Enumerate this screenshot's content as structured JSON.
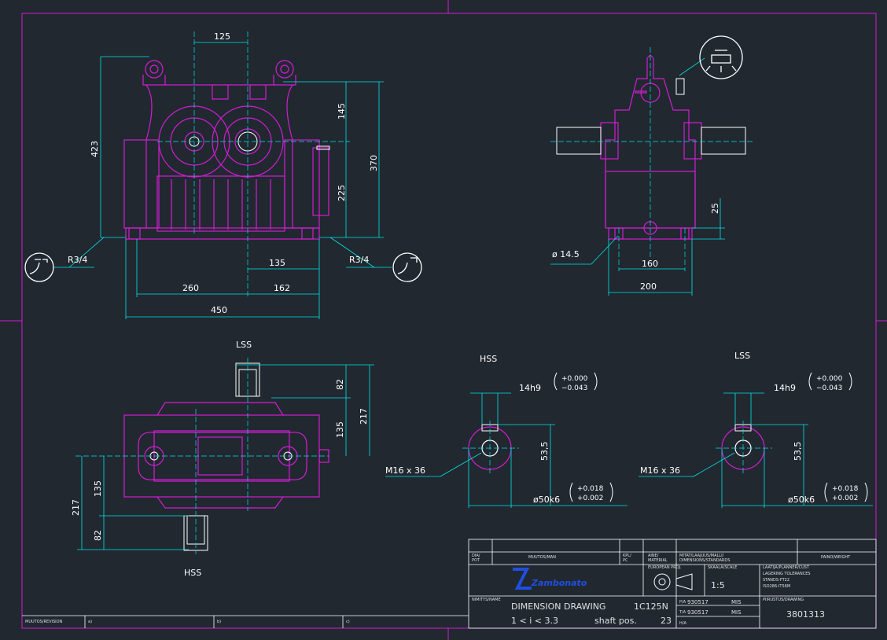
{
  "colors": {
    "background": "#212830",
    "frame": "#d21dd2",
    "dimension": "#00e5e5",
    "outline": "#ffffff",
    "logo": "#1f4fe0"
  },
  "views": {
    "front": {
      "dims": {
        "top_width": "125",
        "height_overall": "423",
        "h_upper": "145",
        "h_total": "370",
        "h_lower": "225",
        "center_to_output": "135",
        "left_to_center": "260",
        "center_to_right": "162",
        "base_width": "450"
      },
      "drain_left": "R3/4",
      "drain_right": "R3/4"
    },
    "side": {
      "hole_dia": "ø 14.5",
      "bolt_spacing": "160",
      "base_width": "200",
      "foot_height": "25"
    },
    "plan": {
      "label_top": "LSS",
      "label_bottom": "HSS",
      "dims": {
        "upper_shaft": "82",
        "upper_center": "135",
        "upper_total": "217",
        "lower_total": "217",
        "lower_center": "135",
        "lower_shaft": "82"
      }
    },
    "detail_hss": {
      "label": "HSS",
      "key": "14h9",
      "key_tol_upper": "+0.000",
      "key_tol_lower": "−0.043",
      "height": "53,5",
      "thread": "M16 x 36",
      "diameter": "ø50k6",
      "dia_tol_upper": "+0.018",
      "dia_tol_lower": "+0.002"
    },
    "detail_lss": {
      "label": "LSS",
      "key": "14h9",
      "key_tol_upper": "+0.000",
      "key_tol_lower": "−0.043",
      "height": "53,5",
      "thread": "M16 x 36",
      "diameter": "ø50k6",
      "dia_tol_upper": "+0.018",
      "dia_tol_lower": "+0.002"
    }
  },
  "title_block": {
    "hdr_r1": "DIA/\nPOT",
    "hdr_r2": "MUUTOS/MAN",
    "hdr_r3": "KPL/\nPC",
    "hdr_r4": "AINE/\nMATERIAL",
    "hdr_r5": "MITAT/LAAJUUS/MALLI/\nDIMENSIONS/STANDARDS",
    "hdr_r6": "PAINO/WEIGHT",
    "proj": "EUROPEAN PROJ.",
    "scale_label": "SKAALA/SCALE",
    "scale": "1:5",
    "customer_lines": [
      "LAATIJA/PLANNER/CUST",
      "LAGERING TOLERANCES",
      "STANDS-FT22",
      "ISO286-IT56M"
    ],
    "logo": "Zambonato",
    "name_label": "NIMITYS/NAME",
    "name": "DIMENSION DRAWING",
    "model": "1C125N",
    "ratio": "1 < i < 3.3",
    "shaft_pos_label": "shaft pos.",
    "shaft_pos": "23",
    "pa_label": "P/A",
    "pa_date": "930517",
    "pa_sign": "MIS",
    "ta_label": "T/A",
    "ta_date": "930517",
    "ta_sign": "MIS",
    "ha_label": "H/A",
    "drawing_no_label": "PIIRUSTUS/DRAWING",
    "drawing_no": "3801313",
    "revision_label": "MUUTOS/REVISION",
    "rev_a": "a)",
    "rev_b": "b)",
    "rev_c": "c)"
  }
}
